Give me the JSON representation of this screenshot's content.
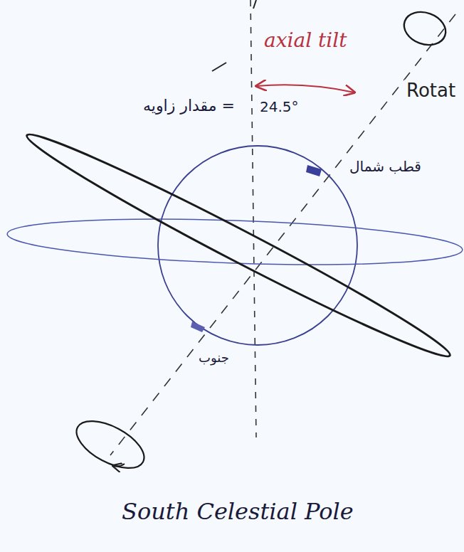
{
  "diagram": {
    "labels": [
      "axial tilt",
      "Rotat",
      "مقدار زاویه =",
      "24.5°",
      "قطب شمال",
      "جنوب",
      "South Celestial Pole"
    ]
  }
}
